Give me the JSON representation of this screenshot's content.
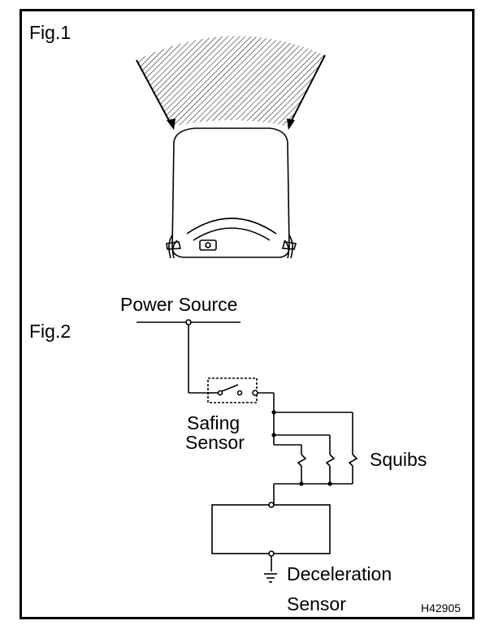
{
  "figures": {
    "fig1": {
      "label": "Fig.1"
    },
    "fig2": {
      "label": "Fig.2",
      "power_source": "Power Source",
      "safing_line1": "Safing",
      "safing_line2": "Sensor",
      "squibs": "Squibs",
      "decel_line1": "Deceleration",
      "decel_line2": "Sensor"
    }
  },
  "figure_code": "H42905"
}
